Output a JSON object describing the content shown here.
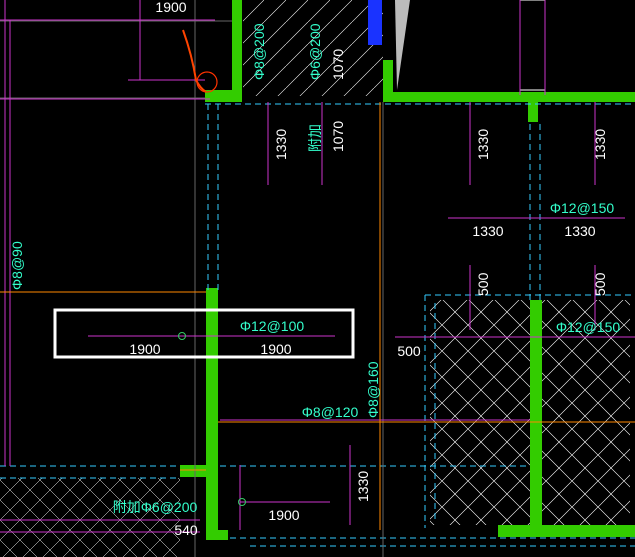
{
  "drawing": {
    "colors": {
      "background": "#000000",
      "wall": "#33cc00",
      "dim_line": "#cc33cc",
      "leader": "#ff8800",
      "text_white": "#ffffff",
      "text_cyan": "#33ffcc",
      "hidden_line": "#33ccff",
      "hatch": "#ffffff",
      "highlight": "#ffffff",
      "red_arc": "#ff3300"
    },
    "labels": {
      "top_dim_1900": "1900",
      "phi8_200": "Φ8@200",
      "phi6_200": "Φ6@200",
      "v1070_top": "1070",
      "v1330_a": "1330",
      "fujia": "附加",
      "v1070_mid": "1070",
      "v1330_b": "1330",
      "v1330_c": "1330",
      "phi12_150_top": "Φ12@150",
      "h1330_a": "1330",
      "h1330_b": "1330",
      "phi8_90": "Φ8@90",
      "v500_a": "500",
      "v500_b": "500",
      "phi12_100": "Φ12@100",
      "h1900_a": "1900",
      "h1900_b": "1900",
      "phi12_150_right": "Φ12@150",
      "h500": "500",
      "phi8_160": "Φ8@160",
      "phi8_120": "Φ8@120",
      "v1330_d": "1330",
      "fujia_phi6_200": "附加Φ6@200",
      "h540": "540",
      "h1900_c": "1900"
    }
  }
}
